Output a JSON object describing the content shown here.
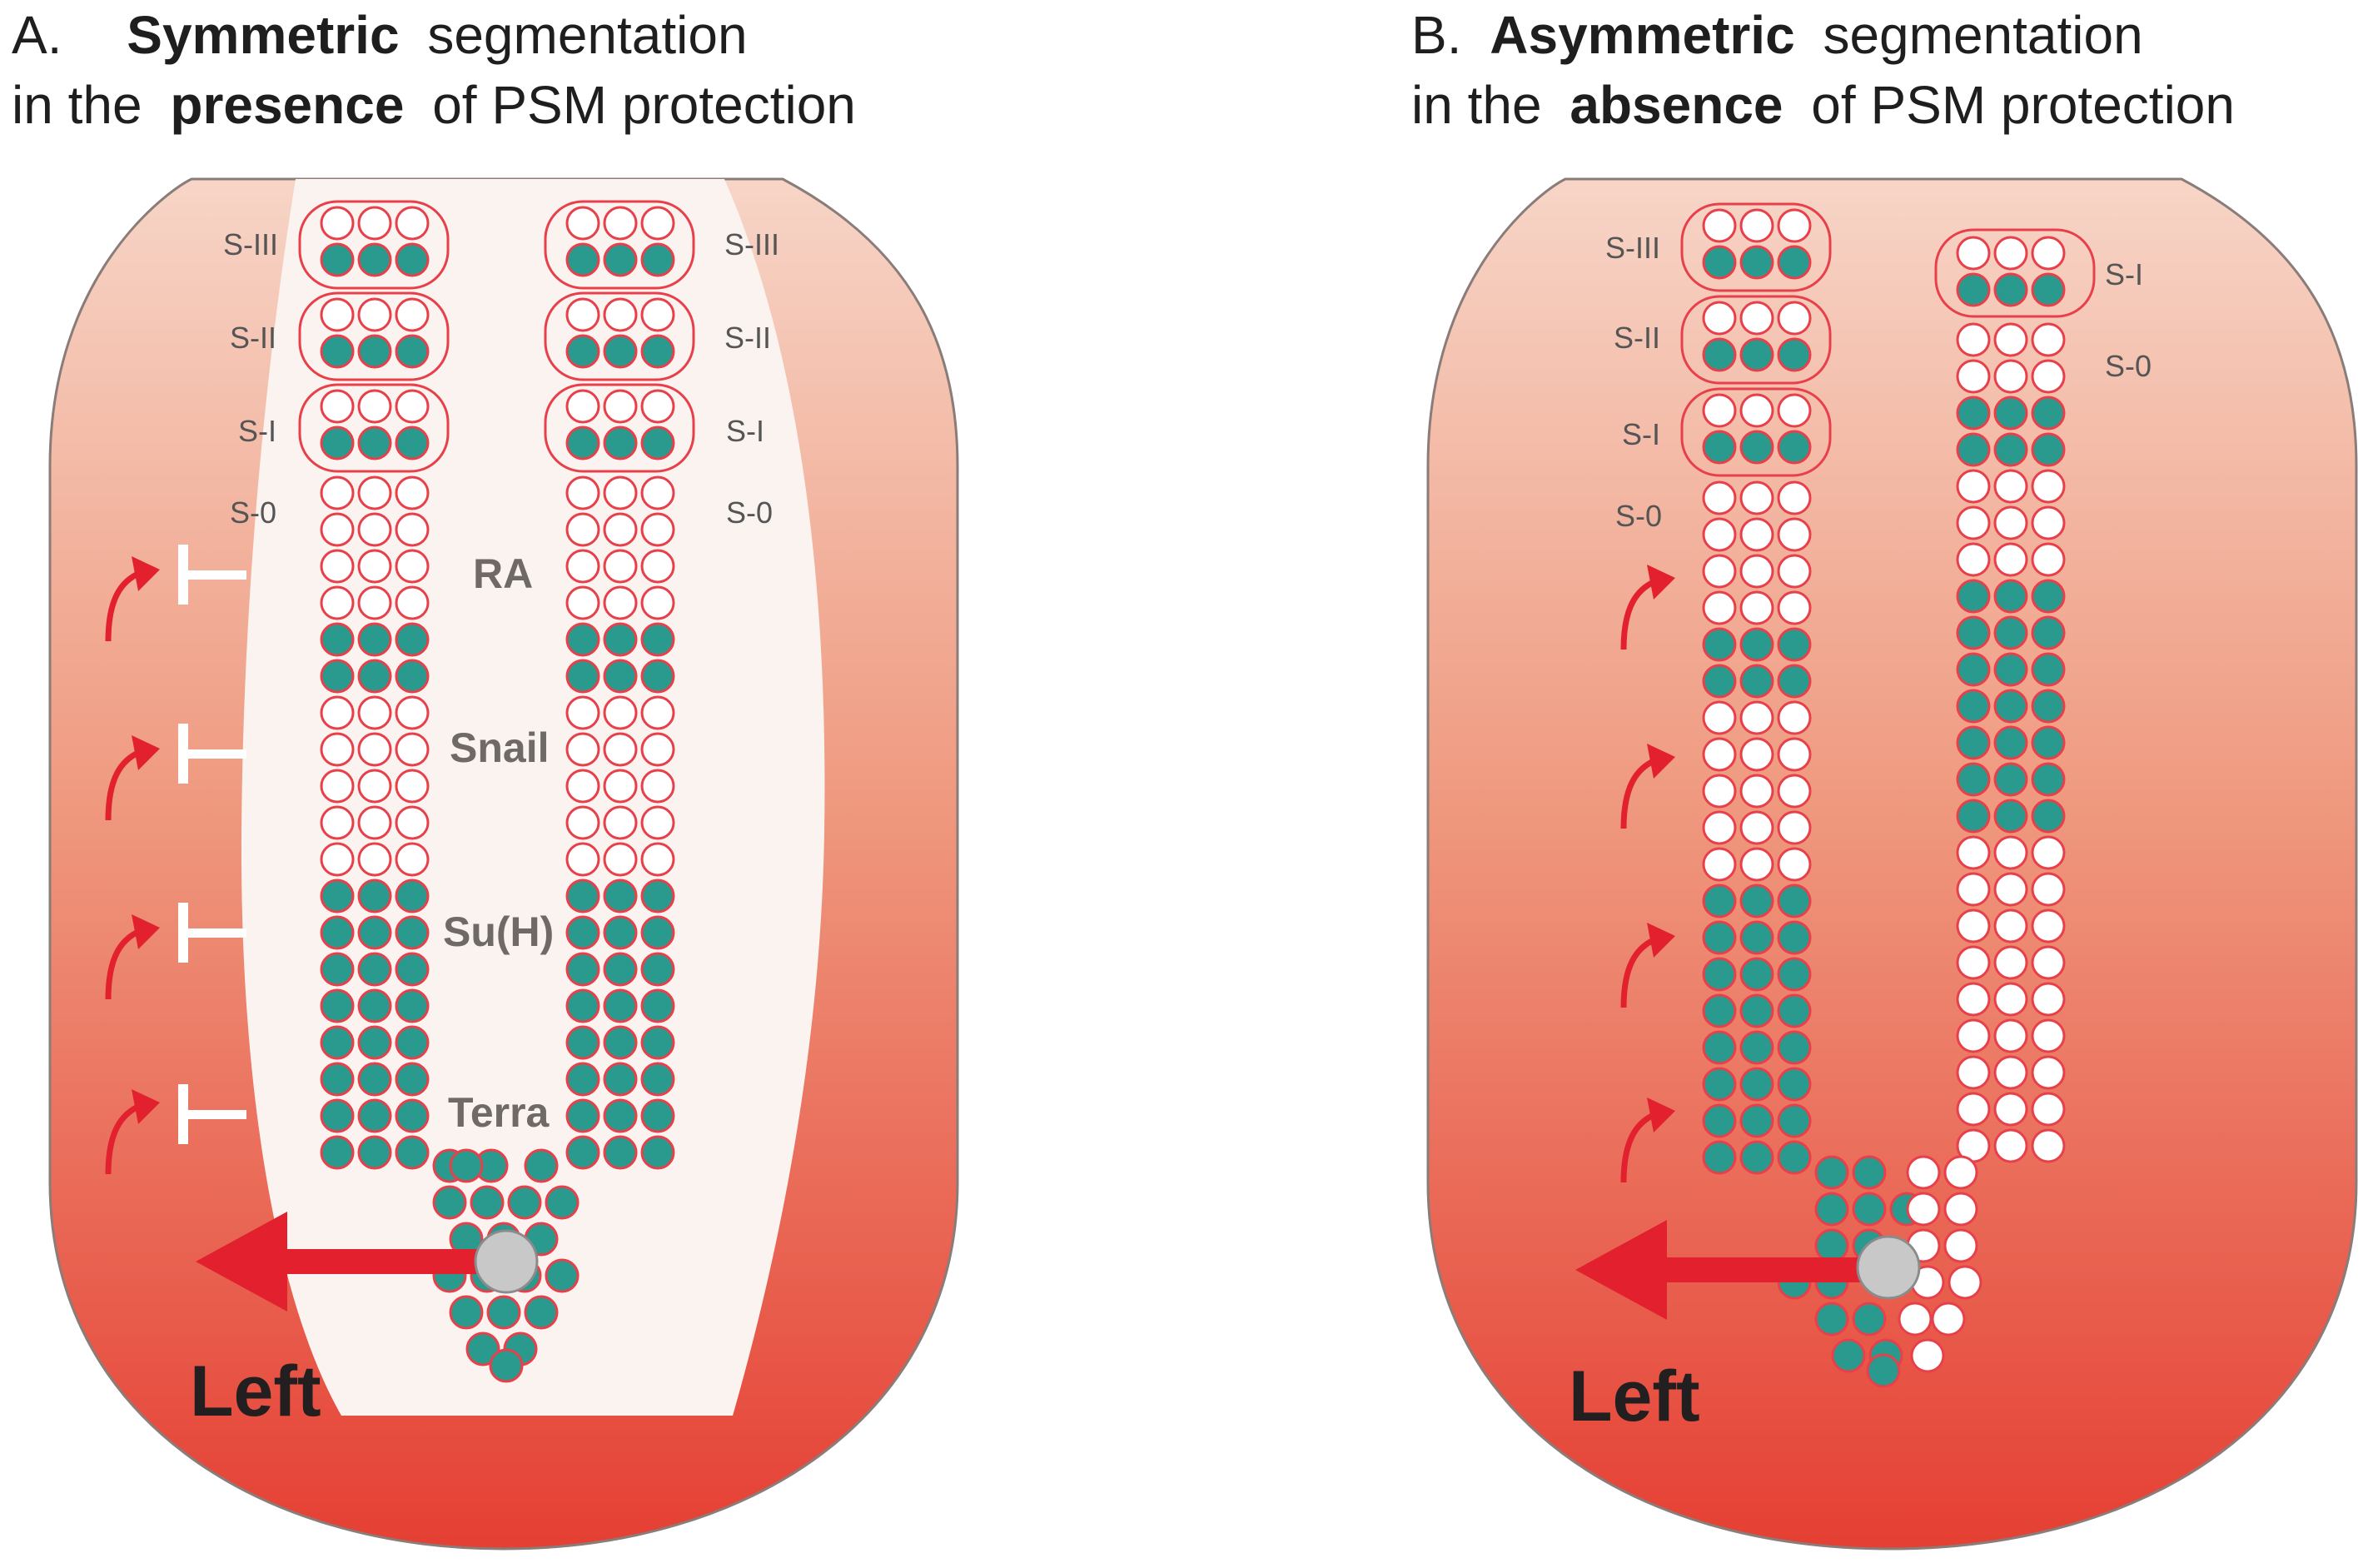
{
  "colors": {
    "lpm_top": "#f6cfc0",
    "lpm_bottom": "#e8473a",
    "psm_fill": "#fbf3f0",
    "cell_on": "#2a9a8e",
    "cell_off": "#ffffff",
    "cell_stroke": "#e8404a",
    "arrow": "#e2202e",
    "node": "#c8c8c8"
  },
  "panels": [
    {
      "id": "A",
      "title_parts": [
        {
          "text": "A.",
          "bold": false
        },
        {
          "text": "Symmetric",
          "bold": true
        },
        {
          "text": "segmentation",
          "bold": false
        }
      ],
      "title_line2_parts": [
        {
          "text": "in the",
          "bold": false
        },
        {
          "text": "presence",
          "bold": true
        },
        {
          "text": "of PSM protection",
          "bold": false
        }
      ],
      "left_segments": [
        "S-III",
        "S-II",
        "S-I",
        "S-0"
      ],
      "right_segments": [
        "S-III",
        "S-II",
        "S-I",
        "S-0"
      ],
      "signals": [
        "RA",
        "Snail",
        "Su(H)",
        "Terra"
      ],
      "side_label": "Left",
      "inhibition_bars": true
    },
    {
      "id": "B",
      "title_parts": [
        {
          "text": "B.",
          "bold": false
        },
        {
          "text": "Asymmetric",
          "bold": true
        },
        {
          "text": "segmentation",
          "bold": false
        }
      ],
      "title_line2_parts": [
        {
          "text": "in the",
          "bold": false
        },
        {
          "text": "absence",
          "bold": true
        },
        {
          "text": "of PSM protection",
          "bold": false
        }
      ],
      "left_segments": [
        "S-III",
        "S-II",
        "S-I",
        "S-0"
      ],
      "right_segments": [
        "S-I",
        "S-0"
      ],
      "signals": [],
      "side_label": "Left",
      "inhibition_bars": false
    }
  ]
}
